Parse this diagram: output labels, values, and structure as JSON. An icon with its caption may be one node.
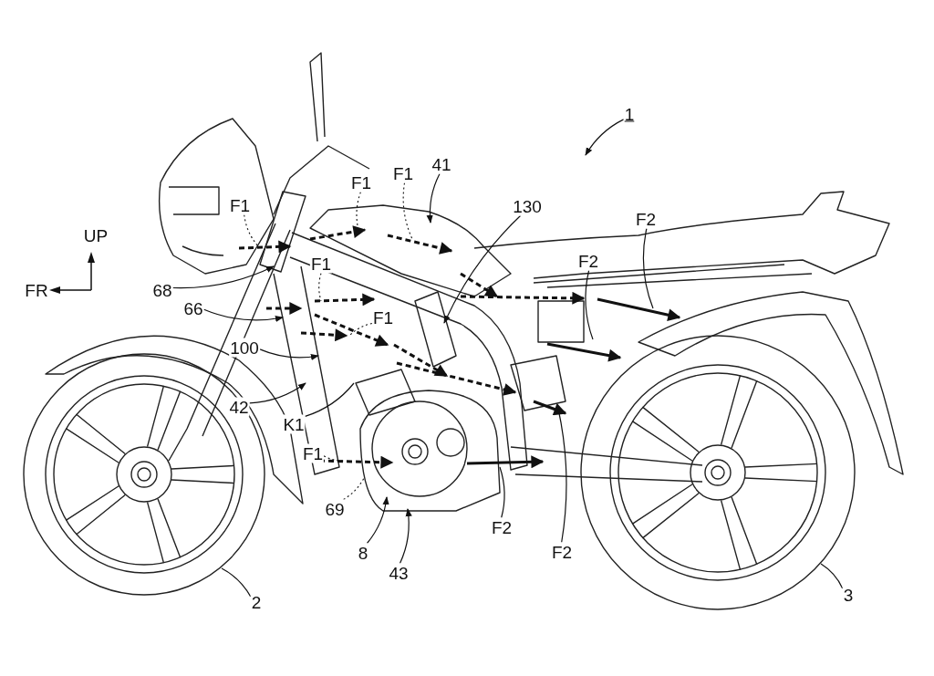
{
  "diagram": {
    "nodes": [
      {
        "text": [
          "1"
        ]
      },
      {
        "text": [
          "F1"
        ]
      },
      {
        "text": [
          "F1"
        ]
      },
      {
        "text": [
          "41"
        ]
      },
      {
        "text": [
          "130"
        ]
      },
      {
        "text": [
          "F1"
        ]
      },
      {
        "text": [
          "F2"
        ]
      },
      {
        "text": [
          "F2"
        ]
      },
      {
        "text": [
          "F1"
        ]
      },
      {
        "text": [
          "68"
        ]
      },
      {
        "text": [
          "F1"
        ]
      },
      {
        "text": [
          "66"
        ]
      },
      {
        "text": [
          "100"
        ]
      },
      {
        "text": [
          "42"
        ]
      },
      {
        "text": [
          "K1"
        ]
      },
      {
        "text": [
          "F1"
        ]
      },
      {
        "text": [
          "69"
        ]
      },
      {
        "text": [
          "8"
        ]
      },
      {
        "text": [
          "F2"
        ]
      },
      {
        "text": [
          "43"
        ]
      },
      {
        "text": [
          "F2"
        ]
      },
      {
        "text": [
          "2"
        ]
      },
      {
        "text": [
          "3"
        ]
      }
    ],
    "edges": [
      {
        "from": 0,
        "to": null,
        "arrow": "to"
      },
      {
        "from": 1,
        "to": null,
        "arrow": "none",
        "style": "dashed"
      },
      {
        "from": 2,
        "to": null,
        "arrow": "none",
        "style": "dashed"
      },
      {
        "from": 3,
        "to": null,
        "arrow": "to"
      },
      {
        "from": 4,
        "to": null,
        "arrow": "to"
      },
      {
        "from": 5,
        "to": null,
        "arrow": "none",
        "style": "dashed"
      },
      {
        "from": 6,
        "to": null,
        "arrow": "none"
      },
      {
        "from": 7,
        "to": null,
        "arrow": "none"
      },
      {
        "from": 8,
        "to": null,
        "arrow": "none",
        "style": "dashed"
      },
      {
        "from": 9,
        "to": null,
        "arrow": "to"
      },
      {
        "from": 10,
        "to": null,
        "arrow": "none",
        "style": "dashed"
      },
      {
        "from": 11,
        "to": null,
        "arrow": "to"
      },
      {
        "from": 12,
        "to": null,
        "arrow": "to"
      },
      {
        "from": 13,
        "to": null,
        "arrow": "to"
      },
      {
        "from": 14,
        "to": null,
        "arrow": "none"
      },
      {
        "from": 15,
        "to": null,
        "arrow": "none",
        "style": "dashed"
      },
      {
        "from": 16,
        "to": null,
        "arrow": "none",
        "style": "dashed"
      },
      {
        "from": 17,
        "to": null,
        "arrow": "to"
      },
      {
        "from": 18,
        "to": null,
        "arrow": "none"
      },
      {
        "from": 19,
        "to": null,
        "arrow": "to"
      },
      {
        "from": 20,
        "to": null,
        "arrow": "none"
      },
      {
        "from": 21,
        "to": null,
        "arrow": "none"
      },
      {
        "from": 22,
        "to": null,
        "arrow": "none"
      }
    ],
    "labels": [
      "UP",
      "FR"
    ]
  }
}
